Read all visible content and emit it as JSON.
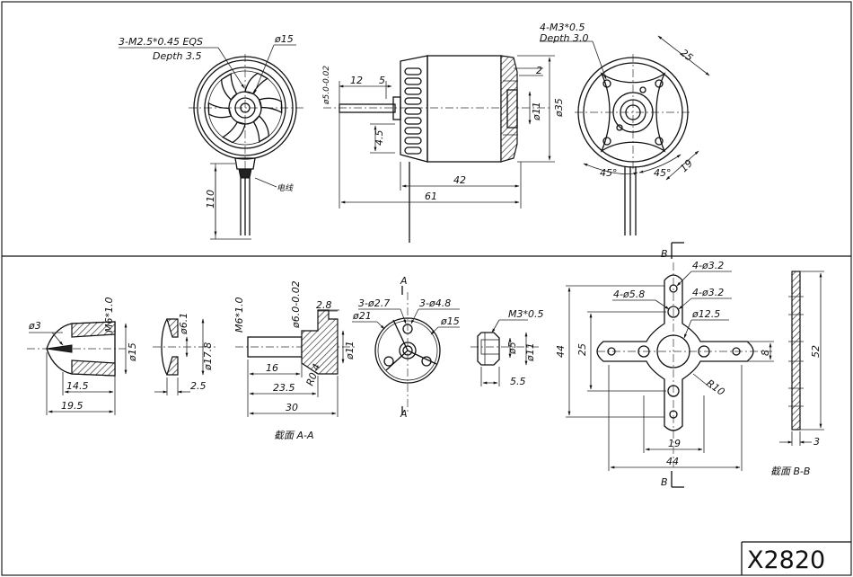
{
  "model": "X2820",
  "motor": {
    "front_thread": "3-M2.5*0.45 EQS",
    "front_depth": "Depth 3.5",
    "front_dia": "ø15",
    "front_height": "110",
    "wire_label": "电线",
    "shaft_dia": "ø5.0-0.02",
    "d_12": "12",
    "d_5": "5",
    "d_4_5": "4.5",
    "d_2": "2",
    "d_11": "ø11",
    "d_35": "ø35",
    "d_42": "42",
    "d_61": "61",
    "rear_thread": "4-M3*0.5",
    "rear_depth": "Depth 3.0",
    "rear_25": "25",
    "rear_45a": "45°",
    "rear_45b": "45°",
    "rear_19": "19"
  },
  "parts": {
    "spinner_d3": "ø3",
    "spinner_m6": "M6*1.0",
    "spinner_d15": "ø15",
    "spinner_14_5": "14.5",
    "spinner_19_5": "19.5",
    "washer_d6_1": "ø6.1",
    "washer_d17_8": "ø17.8",
    "washer_2_5": "2.5",
    "adapter_m6": "M6*1.0",
    "adapter_d6": "ø6.0-0.02",
    "adapter_2_8": "2.8",
    "adapter_d11": "ø11",
    "adapter_16": "16",
    "adapter_23_5": "23.5",
    "adapter_30": "30",
    "adapter_r0_4": "R0.4",
    "adapter_section": "截面 A-A",
    "hub_a_top": "A",
    "hub_a_bottom": "A",
    "hub_holes_small": "3-ø2.7",
    "hub_holes_big": "3-ø4.8",
    "hub_d21": "ø21",
    "hub_d15": "ø15",
    "nut_m3": "M3*0.5",
    "nut_d5": "ø5",
    "nut_d11": "ø11",
    "nut_5_5": "5.5"
  },
  "mount": {
    "b_top": "B",
    "b_bottom": "B",
    "h_4_3_2a": "4-ø3.2",
    "h_4_5_8": "4-ø5.8",
    "h_4_3_2b": "4-ø3.2",
    "h_12_5": "ø12.5",
    "d_44_v": "44",
    "d_25": "25",
    "d_8": "8",
    "d_r10": "R10",
    "d_19": "19",
    "d_44_h": "44",
    "section": "截面 B-B",
    "side_52": "52",
    "side_3": "3"
  }
}
